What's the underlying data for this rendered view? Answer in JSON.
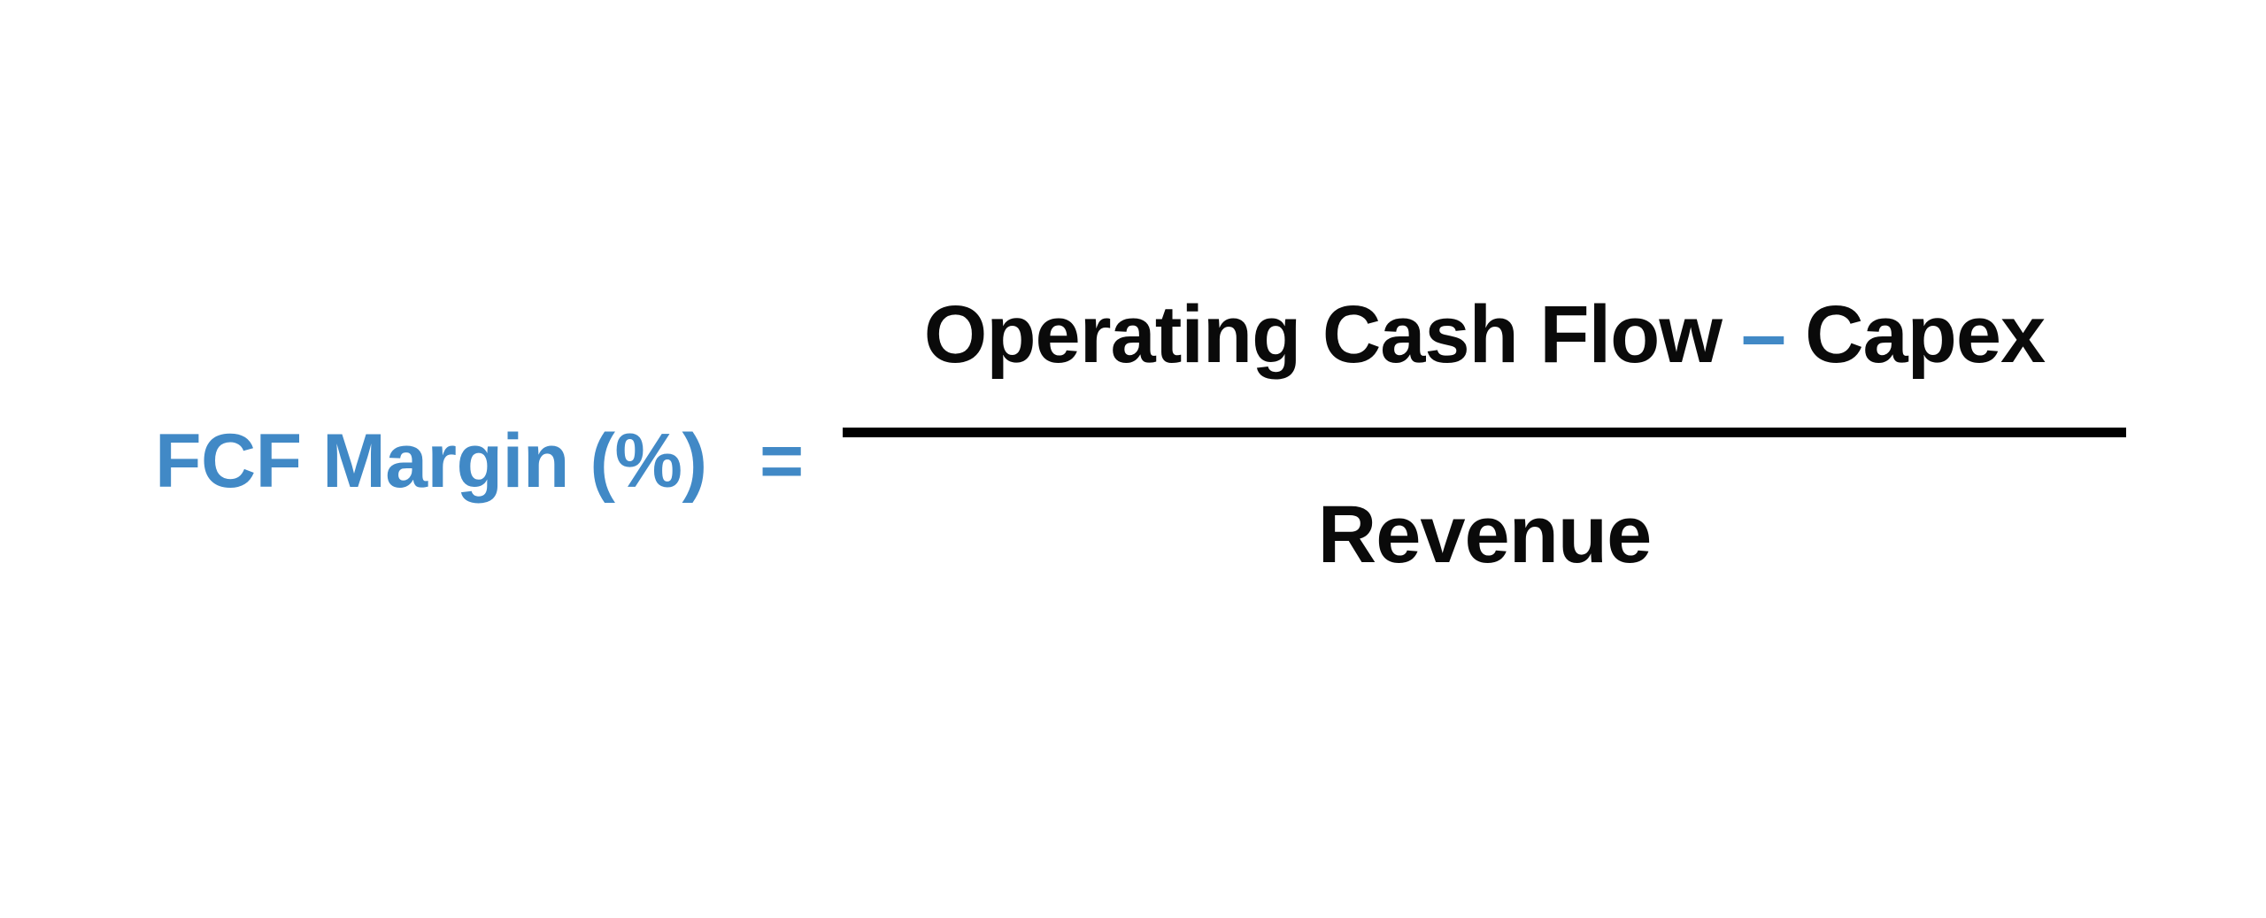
{
  "figure": {
    "type": "equation",
    "title": "FCF Margin formula",
    "background_color": "#ffffff",
    "accent_color": "#4189C6",
    "text_color": "#0a0a0a"
  },
  "equation": {
    "left_side": "FCF Margin (%)",
    "relation": "=",
    "fraction": {
      "numerator": {
        "first_term": "Operating Cash Flow",
        "operator": "–",
        "second_term": "Capex"
      },
      "denominator": "Revenue"
    }
  }
}
